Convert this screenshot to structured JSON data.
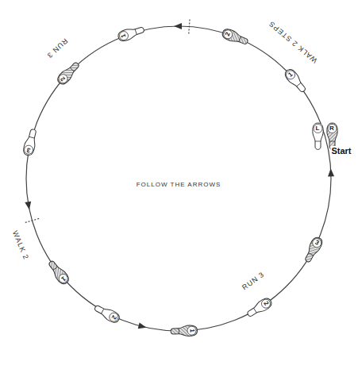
{
  "diagram": {
    "nodes": [
      {
        "text": [
          "L"
        ]
      },
      {
        "text": [
          "R"
        ]
      },
      {
        "text": [
          "1"
        ]
      },
      {
        "text": [
          "2"
        ]
      },
      {
        "text": [
          "1"
        ]
      },
      {
        "text": [
          "2"
        ]
      },
      {
        "text": [
          "3"
        ]
      },
      {
        "text": [
          "1"
        ]
      },
      {
        "text": [
          "2"
        ]
      },
      {
        "text": [
          "1"
        ]
      },
      {
        "text": [
          "2"
        ]
      },
      {
        "text": [
          "3"
        ]
      }
    ],
    "labels": [
      "WALK 2 STEPS",
      "RUN 3",
      "WALK 2",
      "RUN 3",
      "FOLLOW THE ARROWS",
      "Start"
    ]
  }
}
